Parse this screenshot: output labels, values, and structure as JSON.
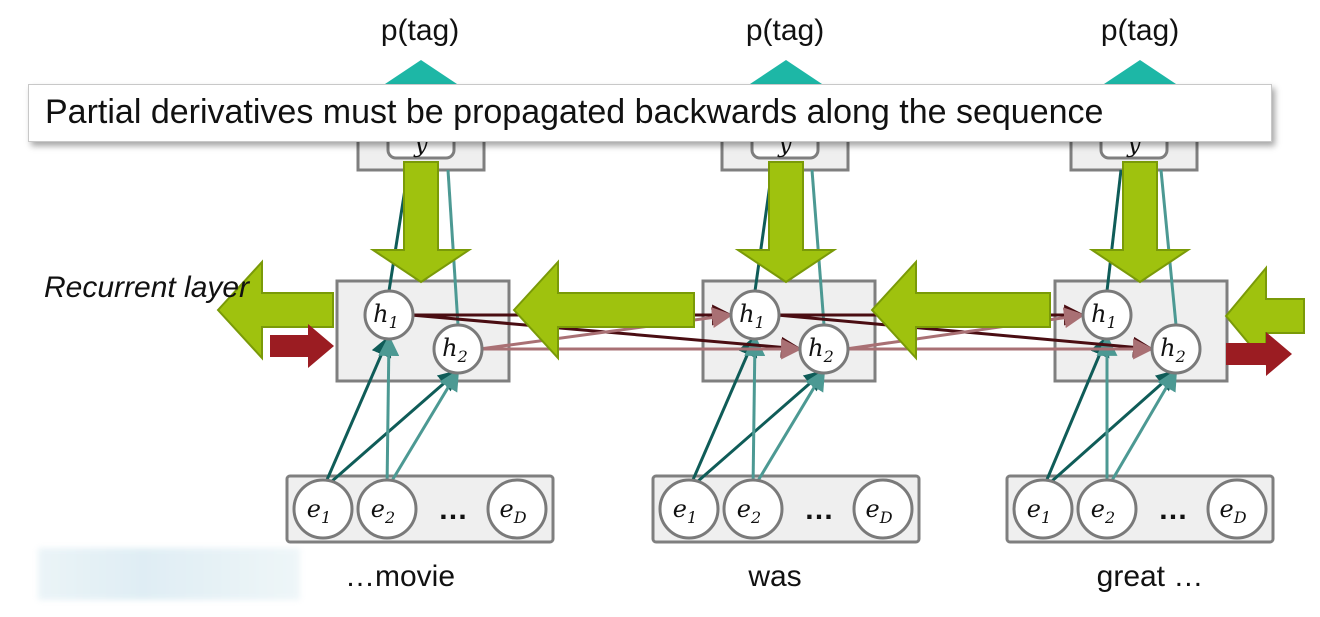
{
  "top_labels": [
    "p(tag)",
    "p(tag)",
    "p(tag)"
  ],
  "output_node": "y",
  "hidden_nodes": [
    "h1",
    "h2"
  ],
  "embedding_nodes": [
    "e1",
    "e2",
    "…",
    "eD"
  ],
  "words": [
    "…movie",
    "was",
    "great …"
  ],
  "layer_label": "Recurrent layer",
  "banner": "Partial derivatives must be propagated backwards along the sequence",
  "colors": {
    "gradient_arrow": "#9fc20e",
    "gradient_arrow_border": "#7a9a08",
    "forward_arrow": "#9b1c22",
    "recurrent_dark": "#4a0d12",
    "recurrent_light": "#a97074",
    "input_dark": "#0f5c58",
    "input_light": "#4c9993",
    "output_triangle": "#1db7a6",
    "box_fill": "#efefef",
    "box_border": "#7f7f7f"
  }
}
